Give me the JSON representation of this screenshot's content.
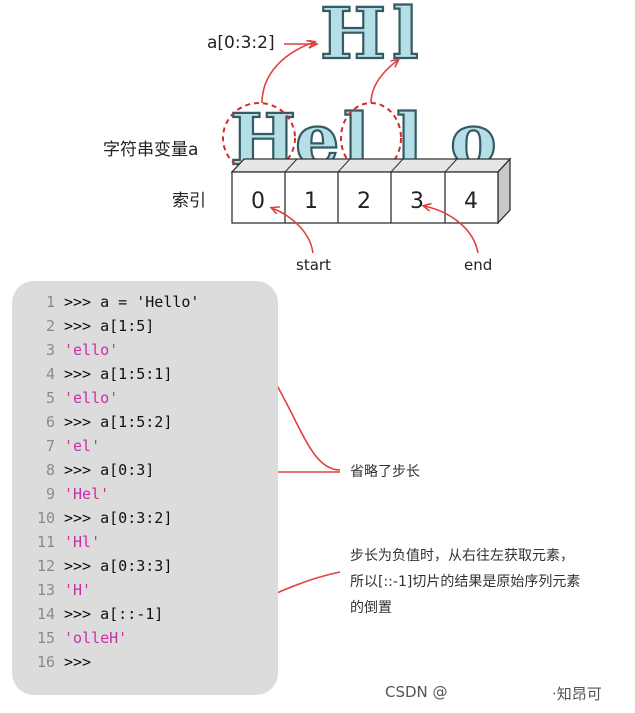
{
  "top_diagram": {
    "slice_label": "a[0:3:2]",
    "result_letters": [
      "H",
      "l"
    ],
    "string_label": "字符串变量a",
    "string_letters": [
      "H",
      "e",
      "l",
      "l",
      "o"
    ],
    "index_label": "索引",
    "indices": [
      "0",
      "1",
      "2",
      "3",
      "4"
    ],
    "start_label": "start",
    "end_label": "end"
  },
  "code": [
    {
      "num": "1",
      "text": ">>> a = 'Hello'",
      "kind": "prompt"
    },
    {
      "num": "2",
      "text": ">>> a[1:5]",
      "kind": "prompt"
    },
    {
      "num": "3",
      "text": "'ello'",
      "kind": "string"
    },
    {
      "num": "4",
      "text": ">>> a[1:5:1]",
      "kind": "prompt"
    },
    {
      "num": "5",
      "text": "'ello'",
      "kind": "string"
    },
    {
      "num": "6",
      "text": ">>> a[1:5:2]",
      "kind": "prompt"
    },
    {
      "num": "7",
      "text": "'el'",
      "kind": "string"
    },
    {
      "num": "8",
      "text": ">>> a[0:3]",
      "kind": "prompt"
    },
    {
      "num": "9",
      "text": "'Hel'",
      "kind": "string"
    },
    {
      "num": "10",
      "text": ">>> a[0:3:2]",
      "kind": "prompt"
    },
    {
      "num": "11",
      "text": "'Hl'",
      "kind": "string"
    },
    {
      "num": "12",
      "text": ">>> a[0:3:3]",
      "kind": "prompt"
    },
    {
      "num": "13",
      "text": "'H'",
      "kind": "string"
    },
    {
      "num": "14",
      "text": ">>> a[::-1]",
      "kind": "prompt"
    },
    {
      "num": "15",
      "text": "'olleH'",
      "kind": "string"
    },
    {
      "num": "16",
      "text": ">>>",
      "kind": "prompt"
    }
  ],
  "notes": {
    "omit_step": "省略了步长",
    "negative_step": [
      "步长为负值时，从右往左获取元素，",
      "所以[::-1]切片的结果是原始序列元素",
      "的倒置"
    ]
  },
  "watermarks": {
    "csdn": "CSDN @",
    "zhihu": "·知昂可"
  },
  "colors": {
    "arrow": "#e0413f",
    "circle": "#d42a2a",
    "bubble_fill": "#b4dfe6",
    "bubble_stroke": "#355a63",
    "code_bg": "#dcdcdc",
    "string_color": "#cc2ea6",
    "line_number_color": "#8a8a8a"
  }
}
